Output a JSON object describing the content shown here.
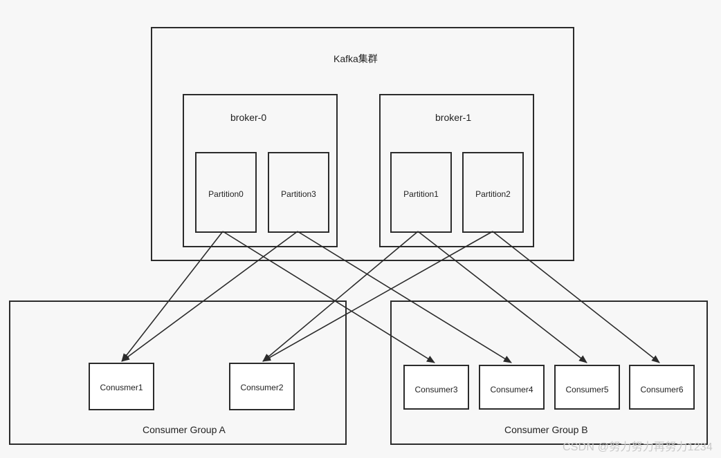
{
  "cluster": {
    "title": "Kafka集群"
  },
  "brokers": [
    {
      "name": "broker-0",
      "partitions": [
        "Partition0",
        "Partition3"
      ]
    },
    {
      "name": "broker-1",
      "partitions": [
        "Partition1",
        "Partition2"
      ]
    }
  ],
  "groups": [
    {
      "name": "Consumer Group A",
      "consumers": [
        "Conusmer1",
        "Consumer2"
      ]
    },
    {
      "name": "Consumer Group B",
      "consumers": [
        "Consumer3",
        "Consumer4",
        "Consumer5",
        "Consumer6"
      ]
    }
  ],
  "edges": [
    {
      "from": "Partition0",
      "to": "Conusmer1"
    },
    {
      "from": "Partition0",
      "to": "Consumer3"
    },
    {
      "from": "Partition3",
      "to": "Conusmer1"
    },
    {
      "from": "Partition3",
      "to": "Consumer4"
    },
    {
      "from": "Partition1",
      "to": "Consumer2"
    },
    {
      "from": "Partition1",
      "to": "Consumer5"
    },
    {
      "from": "Partition2",
      "to": "Consumer2"
    },
    {
      "from": "Partition2",
      "to": "Consumer6"
    }
  ],
  "watermark": "CSDN @努力努力再努力1234"
}
